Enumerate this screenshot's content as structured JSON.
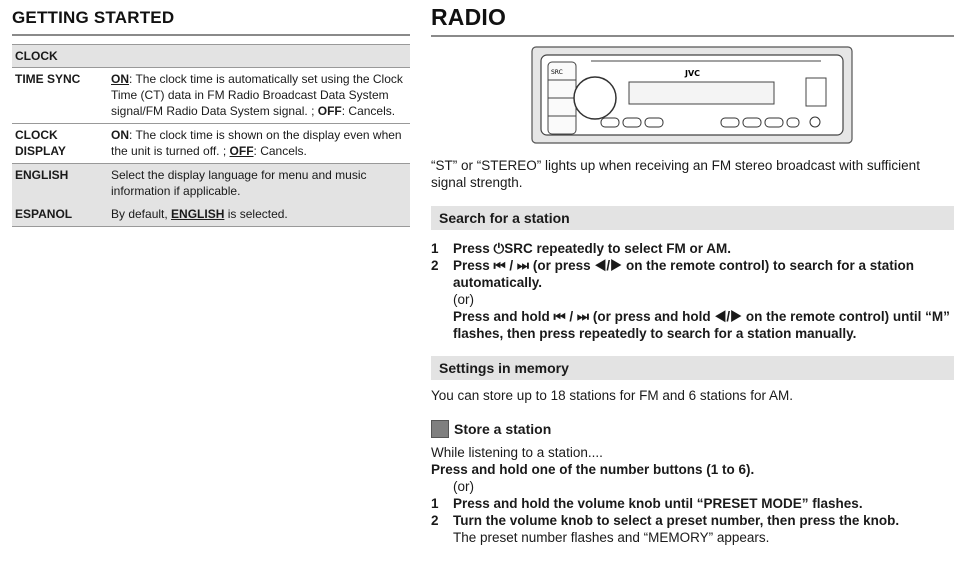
{
  "left": {
    "title": "GETTING STARTED",
    "table_header": "CLOCK",
    "rows": [
      {
        "key": "TIME SYNC",
        "on_label": "ON",
        "on_text": ": The clock time is automatically set using the Clock Time (CT) data in FM Radio Broadcast Data System signal/FM Radio Data System signal. ; ",
        "off_label": "OFF",
        "off_text": ": Cancels."
      },
      {
        "key": "CLOCK DISPLAY",
        "on_label": "ON",
        "on_text": ": The clock time is shown on the display even when the unit is turned off. ; ",
        "off_label": "OFF",
        "off_text": ": Cancels."
      },
      {
        "key": "ENGLISH",
        "text": "Select the display language for menu and music information if applicable."
      },
      {
        "key": "ESPANOL",
        "text_pre": "By default, ",
        "default_lang": "ENGLISH",
        "text_post": " is selected."
      }
    ]
  },
  "right": {
    "title": "RADIO",
    "device": {
      "brand": "JVC",
      "src_label": "SRC"
    },
    "intro": "“ST” or “STEREO” lights up when receiving an FM stereo broadcast with sufficient signal strength.",
    "section1": {
      "title": "Search for a station",
      "steps": [
        {
          "n": "1",
          "a": "Press ",
          "b": "⏻SRC",
          "c": " repeatedly to select FM or AM."
        },
        {
          "n": "2",
          "a": "Press ⏮ / ⏭ (or press ◀/▶ on the remote control) to search for a station automatically."
        }
      ],
      "or": "(or)",
      "hold": "Press and hold ⏮ / ⏭ (or press and hold ◀/▶ on the remote control) until “M” flashes, then press repeatedly to search for a station manually."
    },
    "section2": {
      "title": "Settings in memory",
      "text": "You can store up to 18 stations for FM and 6 stations for AM."
    },
    "store": {
      "title": "Store a station",
      "line1": "While listening to a station....",
      "line2": "Press and hold one of the number buttons (1 to 6).",
      "or": "(or)",
      "steps": [
        {
          "n": "1",
          "t": "Press and hold the volume knob until “PRESET MODE” flashes."
        },
        {
          "n": "2",
          "t": "Turn the volume knob to select a preset number, then press the knob."
        }
      ],
      "note": "The preset number flashes and “MEMORY” appears."
    }
  }
}
